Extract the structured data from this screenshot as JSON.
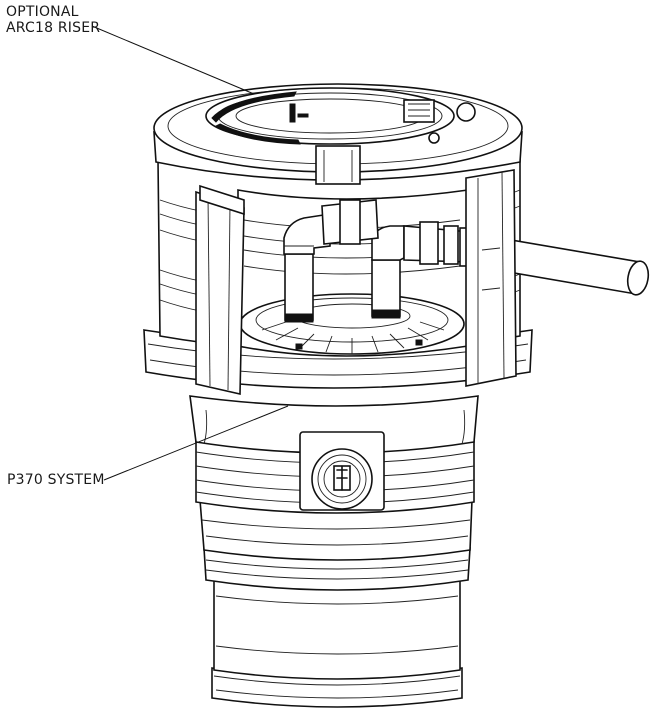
{
  "callouts": {
    "riser_line1": "OPTIONAL",
    "riser_line2": "ARC18 RISER",
    "system": "P370 SYSTEM"
  },
  "colors": {
    "line": "#111111",
    "background": "#ffffff"
  }
}
